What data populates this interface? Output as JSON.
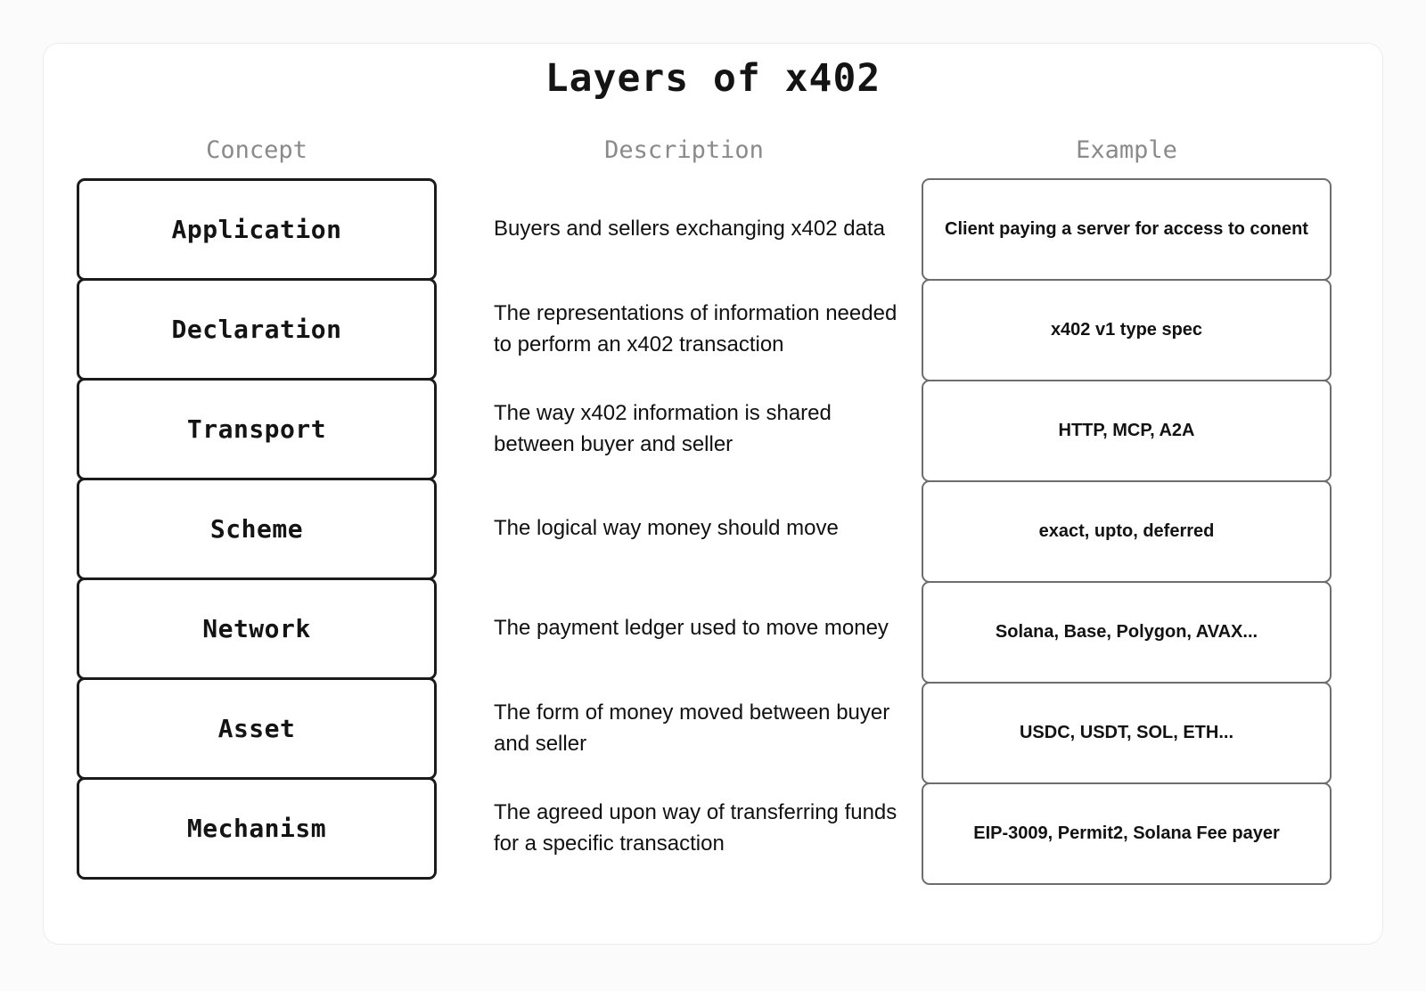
{
  "title": "Layers of x402",
  "columns": {
    "concept": "Concept",
    "description": "Description",
    "example": "Example"
  },
  "rows": [
    {
      "concept": "Application",
      "description": "Buyers and sellers exchanging x402 data",
      "example": "Client paying a server for access to conent"
    },
    {
      "concept": "Declaration",
      "description": "The representations of information needed to perform an x402 transaction",
      "example": "x402 v1 type spec"
    },
    {
      "concept": "Transport",
      "description": "The way x402 information is shared between buyer and seller",
      "example": "HTTP, MCP, A2A"
    },
    {
      "concept": "Scheme",
      "description": "The logical way money should move",
      "example": "exact, upto, deferred"
    },
    {
      "concept": "Network",
      "description": "The payment ledger used to move money",
      "example": "Solana, Base, Polygon, AVAX..."
    },
    {
      "concept": "Asset",
      "description": "The form of money moved between buyer and seller",
      "example": "USDC, USDT, SOL, ETH..."
    },
    {
      "concept": "Mechanism",
      "description": "The agreed upon way of transferring funds for a specific transaction",
      "example": "EIP-3009, Permit2, Solana Fee payer"
    }
  ],
  "colors": {
    "page_background": "#fbfbfb",
    "card_background": "#ffffff",
    "card_border": "#ececec",
    "concept_border": "#1b1b1b",
    "example_border": "#6d6d6d",
    "header_text": "#8a8a8a",
    "body_text": "#111111"
  }
}
